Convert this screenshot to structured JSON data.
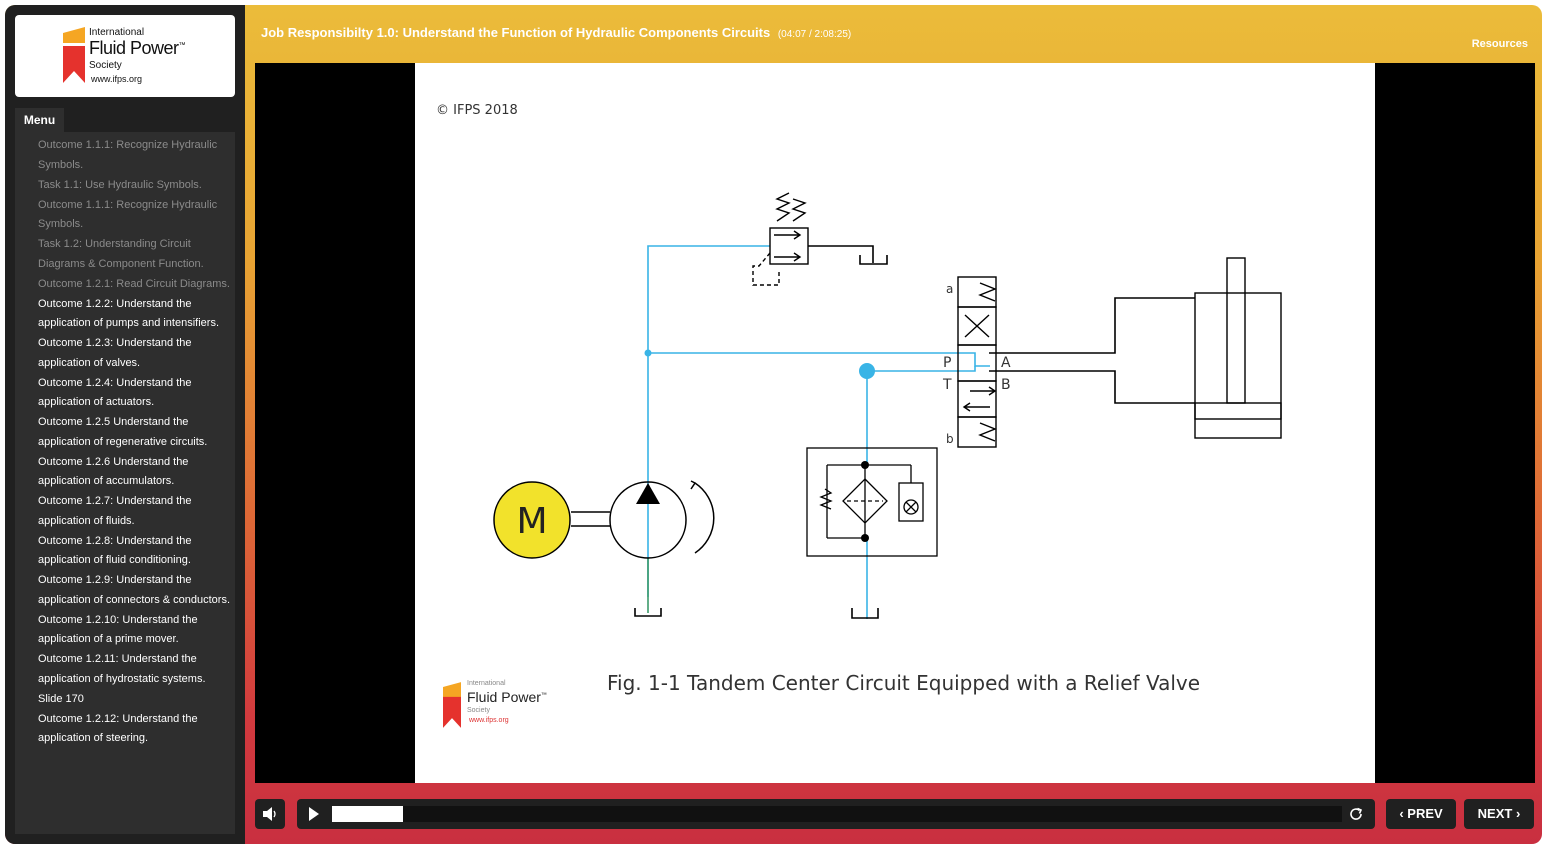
{
  "logo": {
    "intl": "International",
    "main": "Fluid Power",
    "tm": "™",
    "society": "Society",
    "url": "www.ifps.org"
  },
  "menu": {
    "tab": "Menu",
    "items": [
      {
        "label": "Outcome 1.1.1: Recognize Hydraulic Symbols.",
        "visited": false
      },
      {
        "label": "Task 1.1: Use Hydraulic Symbols.",
        "visited": false
      },
      {
        "label": "Outcome 1.1.1: Recognize Hydraulic Symbols.",
        "visited": false
      },
      {
        "label": "Task 1.2: Understanding Circuit Diagrams & Component Function.",
        "visited": false
      },
      {
        "label": "Outcome 1.2.1: Read Circuit Diagrams.",
        "visited": false
      },
      {
        "label": "Outcome 1.2.2: Understand the application of pumps and intensifiers.",
        "visited": true
      },
      {
        "label": "Outcome 1.2.3: Understand the application of valves.",
        "visited": true
      },
      {
        "label": "Outcome 1.2.4: Understand the application of actuators.",
        "visited": true
      },
      {
        "label": "Outcome 1.2.5 Understand the application of regenerative circuits.",
        "visited": true
      },
      {
        "label": "Outcome 1.2.6 Understand the application of accumulators.",
        "visited": true
      },
      {
        "label": "Outcome 1.2.7: Understand the application of fluids.",
        "visited": true
      },
      {
        "label": "Outcome 1.2.8: Understand the application of fluid conditioning.",
        "visited": true
      },
      {
        "label": "Outcome 1.2.9: Understand the application of connectors & conductors.",
        "visited": true
      },
      {
        "label": "Outcome 1.2.10: Understand the application of a prime mover.",
        "visited": true
      },
      {
        "label": "Outcome 1.2.11: Understand the application of hydrostatic systems.",
        "visited": true
      },
      {
        "label": "Slide 170",
        "visited": true
      },
      {
        "label": "Outcome 1.2.12: Understand the application of steering.",
        "visited": true
      }
    ]
  },
  "header": {
    "title": "Job Responsibilty 1.0: Understand the Function of Hydraulic Components Circuits",
    "time": "(04:07 / 2:08:25)",
    "resources": "Resources"
  },
  "slide": {
    "copyright": "© IFPS 2018",
    "caption": "Fig. 1-1 Tandem Center Circuit Equipped with a Relief Valve",
    "motor_label": "M",
    "port_labels": {
      "P": "P",
      "T": "T",
      "A": "A",
      "B": "B",
      "a": "a",
      "b": "b"
    }
  },
  "controls": {
    "prev": "PREV",
    "next": "NEXT",
    "progress": 0.07
  },
  "colors": {
    "line": "#39b4e6",
    "motor": "#f2e22b",
    "logo_red": "#e5322d",
    "logo_orange": "#f5a623"
  },
  "icons": {
    "volume": "volume-icon",
    "play": "play-icon",
    "replay": "replay-icon",
    "prev": "chevron-left-icon",
    "next": "chevron-right-icon"
  }
}
